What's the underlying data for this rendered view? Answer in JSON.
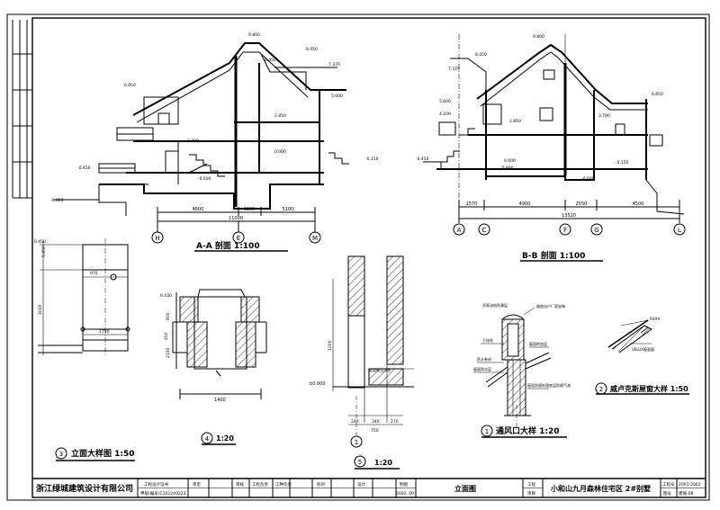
{
  "drawing": {
    "sections": {
      "aa": {
        "title": "A-A 剖面 1:100",
        "axes": [
          "H",
          "E",
          "M"
        ],
        "dims": [
          "4600",
          "1300",
          "5100",
          "11000"
        ],
        "levels": [
          "9.800",
          "8.450",
          "7.370",
          "6.450",
          "6.850",
          "5.600",
          "2.850",
          "3.700",
          "0.000",
          "-0.150",
          "-0.450",
          "-0.600",
          "-0.900"
        ]
      },
      "bb": {
        "title": "B-B 剖面 1:100",
        "axes": [
          "A",
          "C",
          "F",
          "G",
          "L"
        ],
        "dims": [
          "1570",
          "4900",
          "2550",
          "4500",
          "13520"
        ],
        "levels": [
          "9.800",
          "8.450",
          "7.370",
          "6.850",
          "5.600",
          "4.200",
          "3.700",
          "2.850",
          "0.000",
          "-0.150",
          "-0.450",
          "-0.600",
          "-0.900"
        ]
      }
    },
    "details": {
      "d1": {
        "num": "1",
        "title": "通风口大样 1:20",
        "notes": [
          "沥青油毡防潮层",
          "烟囱出户厂家加装",
          "干挂纸",
          "防水卷材",
          "屋面防水层",
          "屋面附加层",
          "屋面防腐处理底层防腐气液"
        ]
      },
      "d2": {
        "num": "2",
        "title": "威卢克斯屋窗大样 1:50",
        "notes": [
          "R4#4",
          "VELUX屋面窗"
        ]
      },
      "d3": {
        "num": "3",
        "title": "立面大样图 1:50",
        "dims": [
          "6.450",
          "5.850",
          "970",
          "3000",
          "1750"
        ]
      },
      "d4": {
        "num": "4",
        "title": "1:20",
        "dims": [
          "6.430",
          "800",
          "1400",
          "2150",
          "450"
        ]
      },
      "d5": {
        "num": "5",
        "title": "1:20",
        "dims": [
          "±0.000",
          "1200",
          "240",
          "340",
          "270",
          "750",
          "1"
        ],
        "notes": [
          "过梁做法详图"
        ]
      }
    }
  },
  "title_block": {
    "company": "浙江绿城建筑设计有限公司",
    "cert_line1": "工程设计证书",
    "cert_line2": "甲级(编号)C102240223",
    "roles": [
      "审定",
      "审核",
      "工程负责",
      "工种负责",
      "校对",
      "设计",
      "制图"
    ],
    "date": "2002. 09",
    "drawing_name": "立面图",
    "label_project": "工程",
    "label_item": "项目",
    "project": "小和山九月森林住宅区 2#别墅",
    "label_no": "工程号",
    "project_no": "2001-2002",
    "label_sheet": "图号",
    "sheet_no": "建施-08"
  }
}
